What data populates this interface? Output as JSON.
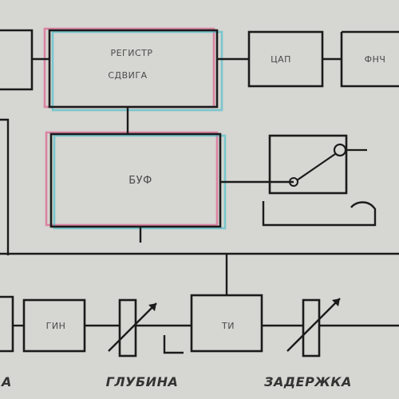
{
  "colors": {
    "background": "#d6d6d2",
    "line": "#1b1b1b",
    "ghost_magenta": "#e0407a",
    "ghost_cyan": "#2fb9c9"
  },
  "blocks": {
    "register_line1": "РЕГИСТР",
    "register_line2": "СДВИГА",
    "cla": "ЦАП",
    "fnch": "ФНЧ",
    "buffer": "БУФ",
    "gin": "ГИН",
    "ti": "ТИ"
  },
  "captions": {
    "depth": "ГЛУБИНА",
    "delay": "ЗАДЕРЖКА"
  },
  "icons": {
    "switch": "switch-icon",
    "potentiometer": "potentiometer-icon"
  }
}
